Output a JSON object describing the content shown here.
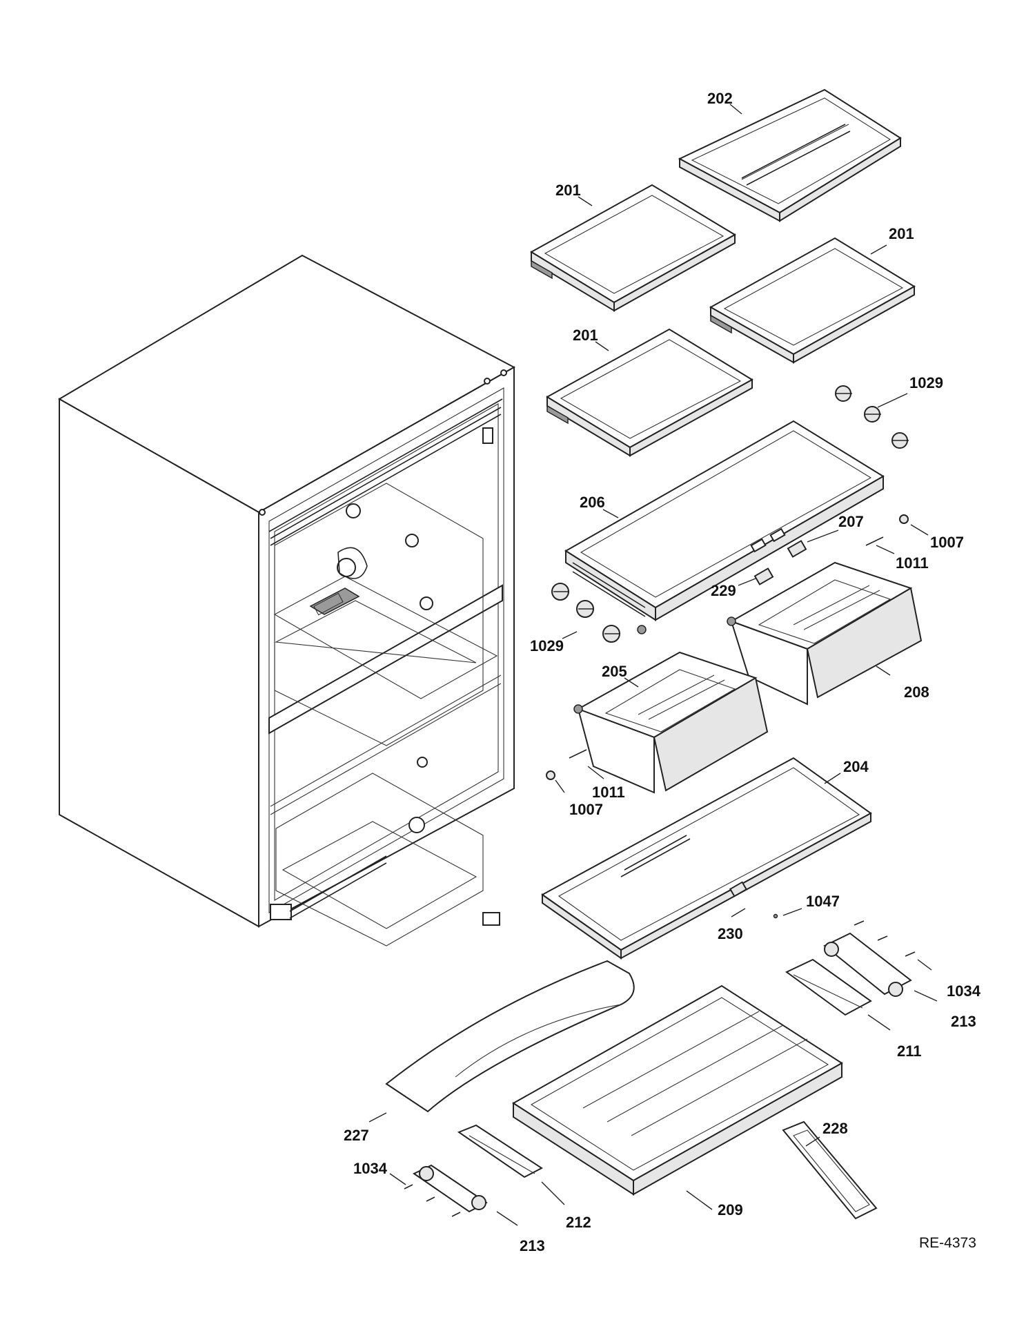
{
  "diagram": {
    "drawing_number": "RE-4373",
    "callouts": [
      {
        "id": "202",
        "text": "202"
      },
      {
        "id": "201a",
        "text": "201"
      },
      {
        "id": "201b",
        "text": "201"
      },
      {
        "id": "201c",
        "text": "201"
      },
      {
        "id": "1029a",
        "text": "1029"
      },
      {
        "id": "206",
        "text": "206"
      },
      {
        "id": "207",
        "text": "207"
      },
      {
        "id": "1007a",
        "text": "1007"
      },
      {
        "id": "1011a",
        "text": "1011"
      },
      {
        "id": "229",
        "text": "229"
      },
      {
        "id": "1029b",
        "text": "1029"
      },
      {
        "id": "205",
        "text": "205"
      },
      {
        "id": "208",
        "text": "208"
      },
      {
        "id": "1011b",
        "text": "1011"
      },
      {
        "id": "1007b",
        "text": "1007"
      },
      {
        "id": "204",
        "text": "204"
      },
      {
        "id": "1047",
        "text": "1047"
      },
      {
        "id": "230",
        "text": "230"
      },
      {
        "id": "1034a",
        "text": "1034"
      },
      {
        "id": "213a",
        "text": "213"
      },
      {
        "id": "211",
        "text": "211"
      },
      {
        "id": "227",
        "text": "227"
      },
      {
        "id": "228",
        "text": "228"
      },
      {
        "id": "1034b",
        "text": "1034"
      },
      {
        "id": "212",
        "text": "212"
      },
      {
        "id": "209",
        "text": "209"
      },
      {
        "id": "213b",
        "text": "213"
      }
    ]
  }
}
